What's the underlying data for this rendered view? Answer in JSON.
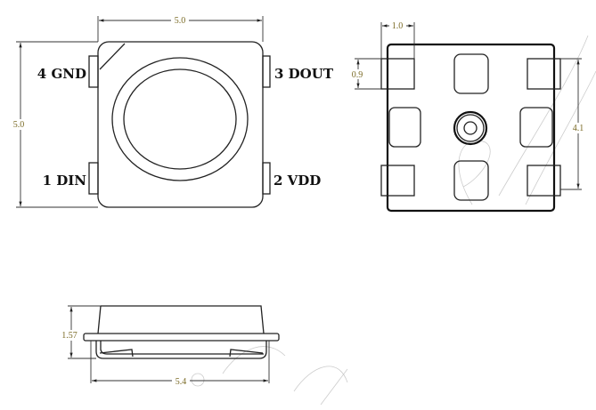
{
  "top_view": {
    "pins": {
      "pin4": "4 GND",
      "pin3": "3 DOUT",
      "pin1": "1 DIN",
      "pin2": "2 VDD"
    },
    "width_dim": "5.0",
    "height_dim": "5.0"
  },
  "bottom_view": {
    "pad_width_dim": "1.0",
    "pad_height_dim": "0.9",
    "pad_span_dim": "4.1"
  },
  "side_view": {
    "height_dim": "1.57",
    "length_dim": "5.4"
  },
  "colors": {
    "line": "#222222",
    "dimension_text": "#7a6a25"
  }
}
